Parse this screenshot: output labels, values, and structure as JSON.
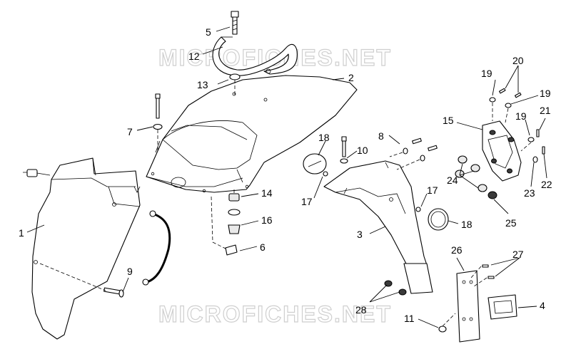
{
  "watermark": {
    "top": "MICROFICHES.NET",
    "bottom": "MICROFICHES.NET"
  },
  "callouts": [
    "1",
    "2",
    "3",
    "4",
    "5",
    "6",
    "7",
    "8",
    "9",
    "10",
    "11",
    "12",
    "13",
    "14",
    "15",
    "16",
    "17",
    "17",
    "18",
    "18",
    "19",
    "19",
    "19",
    "20",
    "21",
    "22",
    "23",
    "24",
    "25",
    "26",
    "27",
    "28"
  ]
}
